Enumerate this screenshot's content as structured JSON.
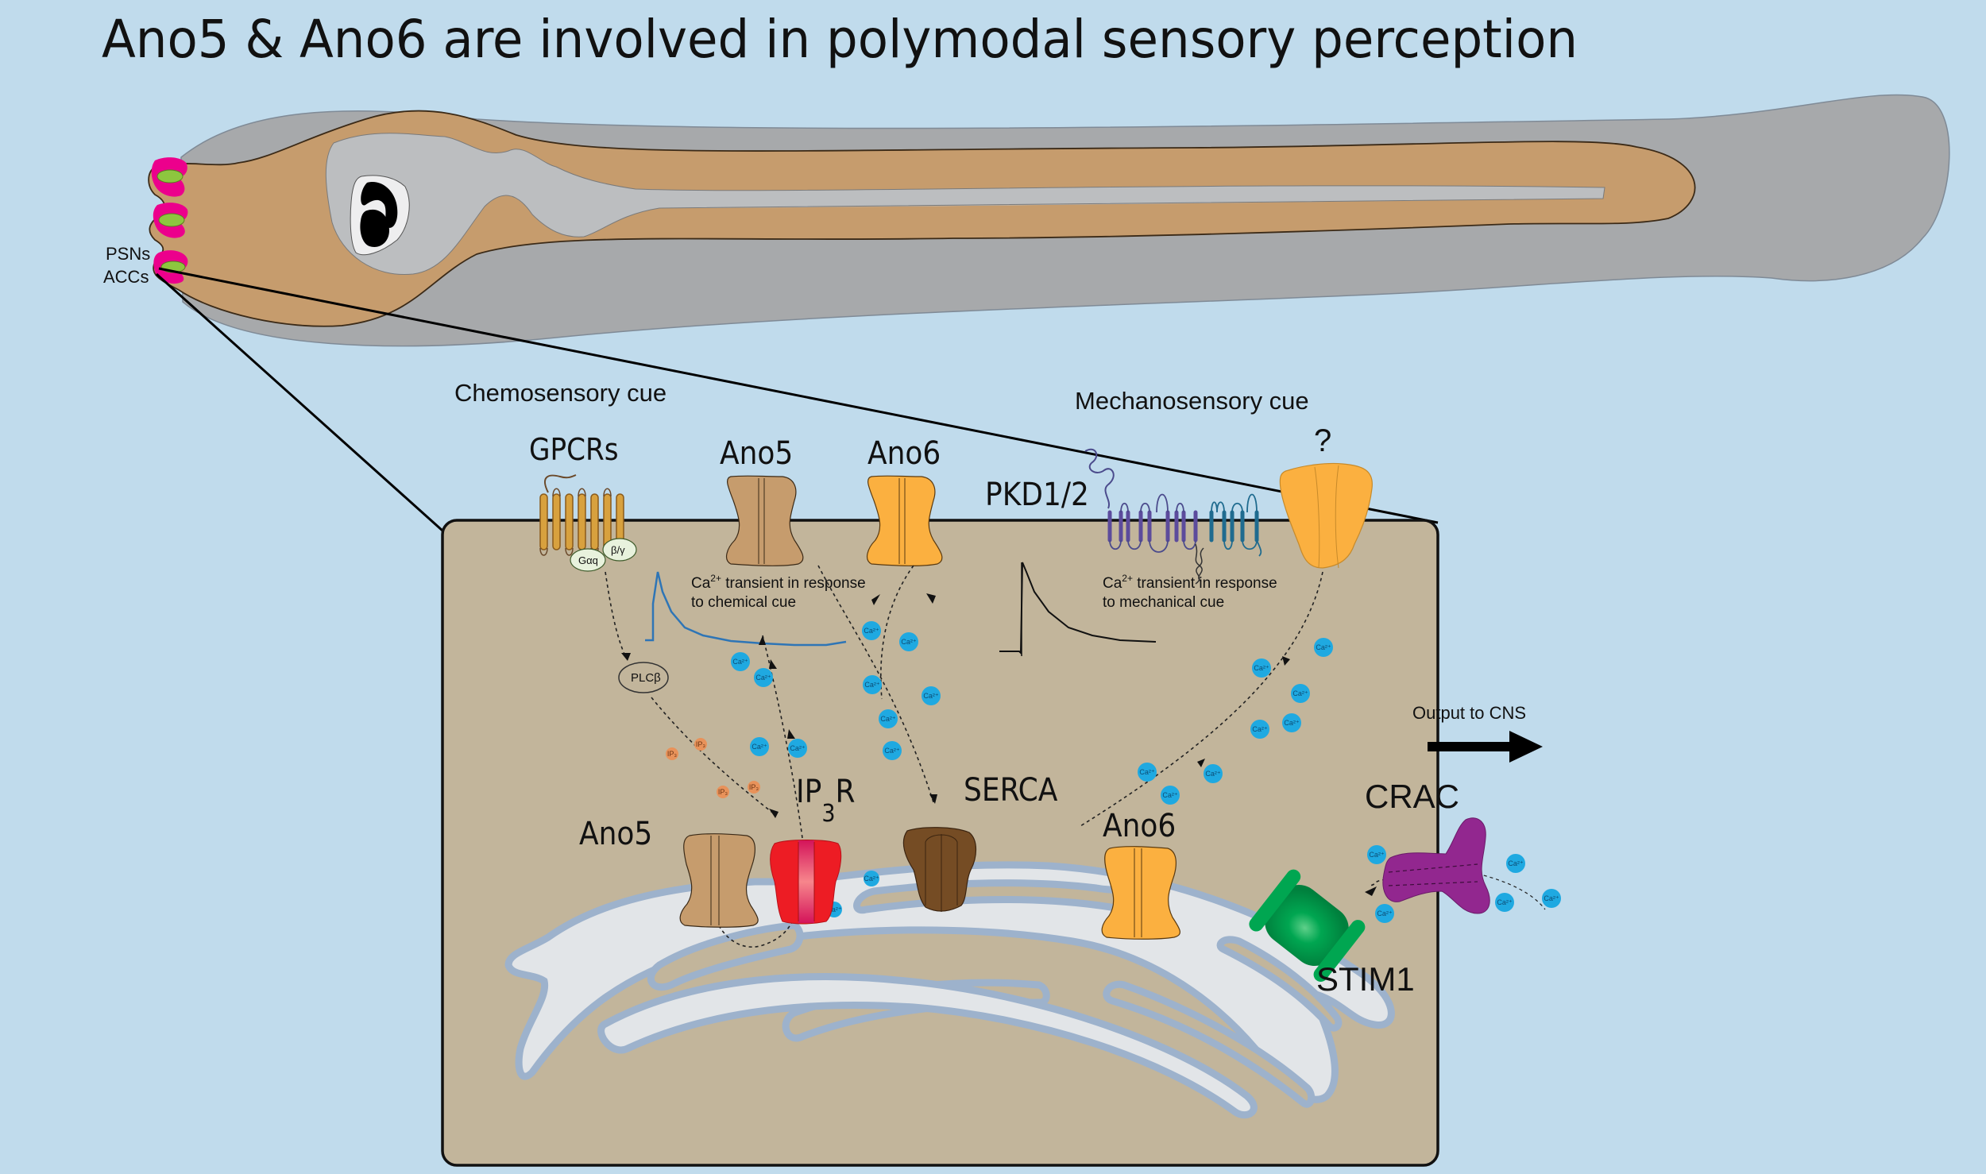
{
  "title": "Ano5 & Ano6 are  involved in polymodal sensory perception",
  "larva": {
    "labels": [
      "PSNs",
      "ACCs"
    ]
  },
  "cues": {
    "chemosensory": "Chemosensory cue",
    "mechanosensory": "Mechanosensory cue"
  },
  "plasma_membrane": {
    "gpcrs": "GPCRs",
    "g_alpha": "Gαq",
    "g_beta_gamma": "β/γ",
    "ano5": "Ano5",
    "ano6": "Ano6",
    "pkd": "PKD1/2",
    "unknown_channel": "?"
  },
  "transients": {
    "chemical": {
      "line1_pre": "Ca",
      "sup": "2+",
      "line1_post": " transient in response",
      "line2": "to chemical cue"
    },
    "mechanical": {
      "line1_pre": "Ca",
      "sup": "2+",
      "line1_post": " transient in response",
      "line2": "to mechanical cue"
    }
  },
  "cytosol": {
    "plcb": "PLCβ",
    "ion_label": "Ca²⁺",
    "ip3_label": "IP₃"
  },
  "er": {
    "ip3r_main": "IP",
    "ip3r_sub": "3",
    "ip3r_tail": "R",
    "serca": "SERCA",
    "ano5": "Ano5",
    "ano6": "Ano6",
    "stim1": "STIM1",
    "crac": "CRAC"
  },
  "output": {
    "label": "Output to CNS"
  },
  "colors": {
    "background": "#c0dbec",
    "cell": "#c2b59b",
    "larva_fin": "#a7a9ab",
    "larva_body": "#c69c6d",
    "ano5": "#c69c6d",
    "ano6": "#fbb040",
    "ip3r": "#ed1c24",
    "serca": "#754c24",
    "stim1": "#00a651",
    "crac": "#92278f",
    "calcium": "#1fa9e1",
    "ip3": "#e8925a",
    "chemical_trace": "#2e75b6",
    "psn_magenta": "#ec008c",
    "acc_green": "#8dc63f"
  }
}
